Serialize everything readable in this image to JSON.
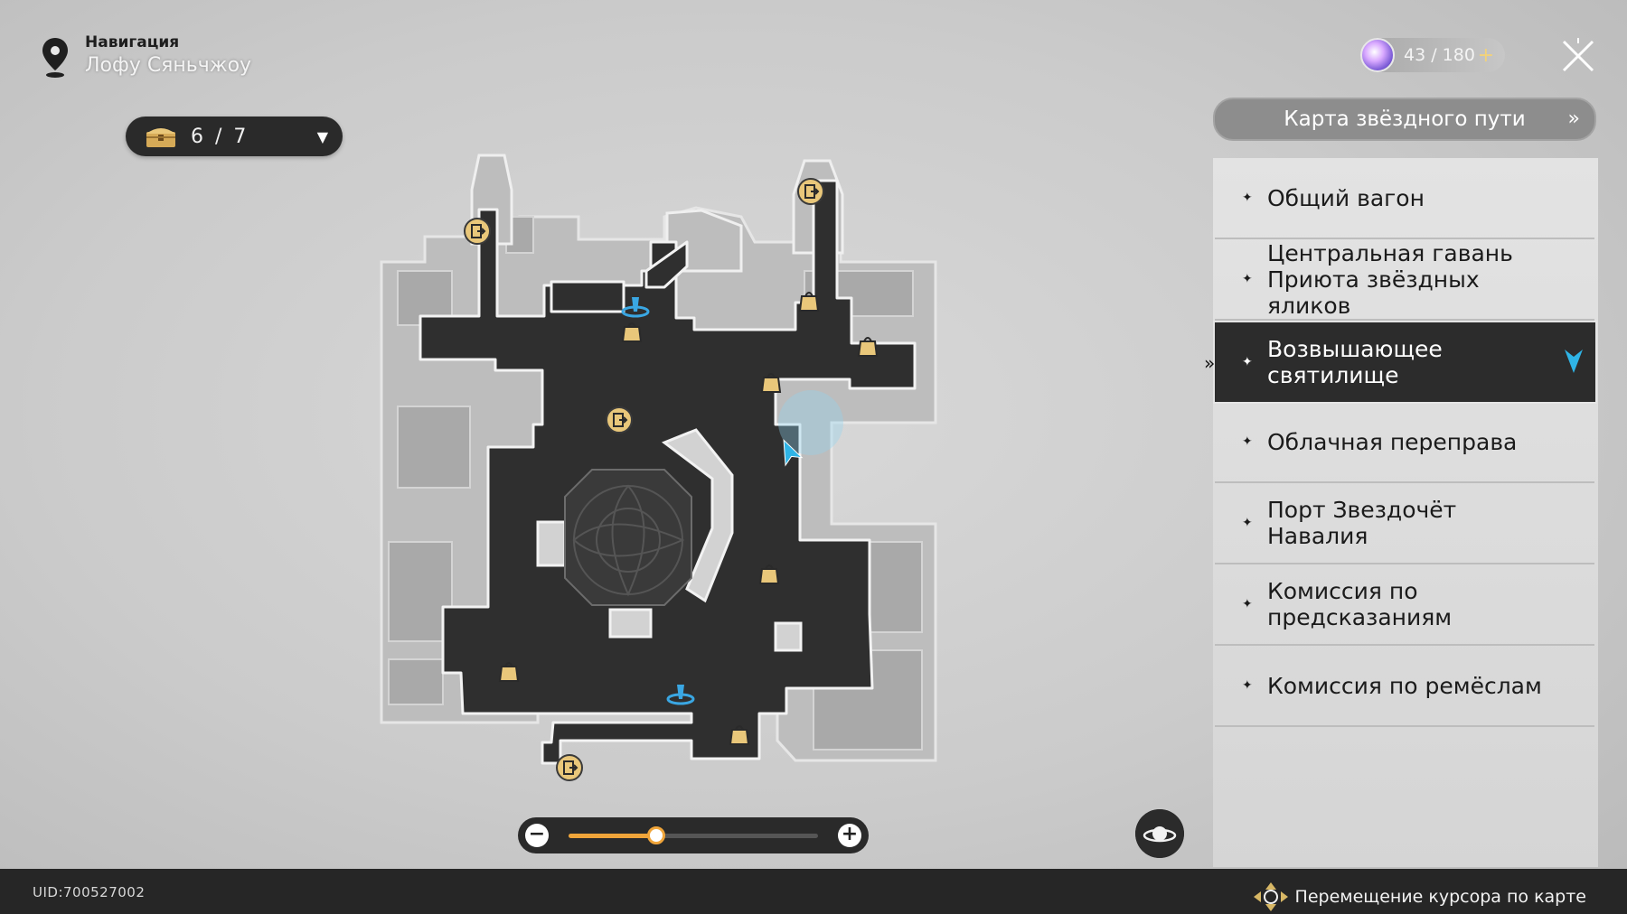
{
  "navigation": {
    "label": "Навигация",
    "location": "Лофу Сяньчжоу"
  },
  "chest_counter": {
    "text": "6 / 7",
    "icon": "chest-icon"
  },
  "trailblaze_power": {
    "text": "43 / 180",
    "plus": "+",
    "icon": "trailblaze-power-icon"
  },
  "close_icon": "close-icon",
  "star_map_button": {
    "label": "Карта звёздного пути",
    "chevron": "»"
  },
  "areas": [
    {
      "label": "Общий вагон",
      "active": false
    },
    {
      "label": "Центральная гавань Приюта звёздных яликов",
      "active": false
    },
    {
      "label": "Возвышающее святилище",
      "active": true
    },
    {
      "label": "Облачная переправа",
      "active": false
    },
    {
      "label": "Порт Звездочёт Навалия",
      "active": false
    },
    {
      "label": "Комиссия по предсказаниям",
      "active": false
    },
    {
      "label": "Комиссия по ремёслам",
      "active": false
    }
  ],
  "zoom": {
    "minus": "−",
    "plus": "+",
    "level": 0.35
  },
  "footer": {
    "uid": "UID:700527002",
    "hint": "Перемещение курсора по карте"
  },
  "colors": {
    "accent": "#f0a53a",
    "active_item": "#2c2c2c",
    "player_arrow": "#2fb4e6",
    "marker_gold": "#e9c77a"
  }
}
